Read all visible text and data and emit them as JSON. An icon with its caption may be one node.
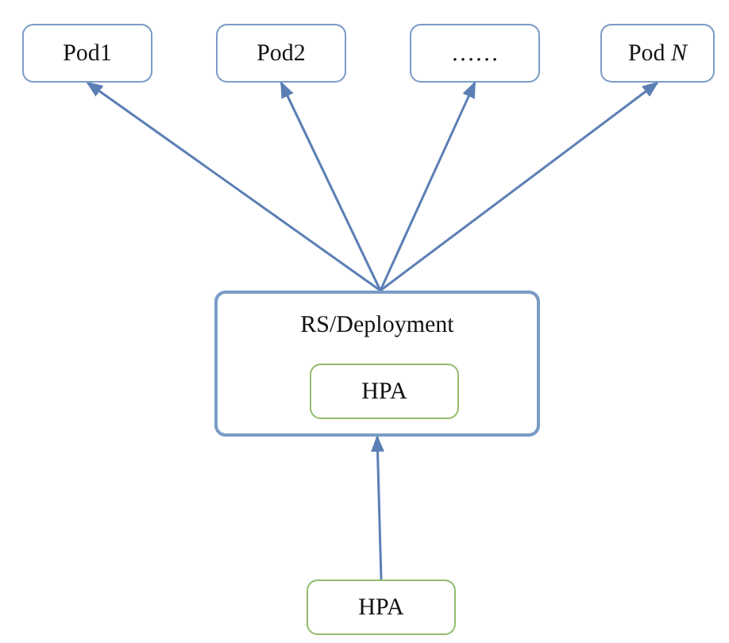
{
  "diagram": {
    "nodes": [
      {
        "text": [
          "Pod1"
        ]
      },
      {
        "text": [
          "Pod2"
        ]
      },
      {
        "text": [
          "……"
        ]
      },
      {
        "text": [
          "Pod *N*"
        ]
      },
      {
        "text": [
          "RS/Deployment"
        ]
      },
      {
        "text": [
          "HPA"
        ],
        "in": 4
      },
      {
        "text": [
          "HPA"
        ]
      }
    ],
    "edges": [
      {
        "from": 4,
        "to": 0,
        "arrow": "to"
      },
      {
        "from": 4,
        "to": 1,
        "arrow": "to"
      },
      {
        "from": 4,
        "to": 2,
        "arrow": "to"
      },
      {
        "from": 4,
        "to": 3,
        "arrow": "to"
      },
      {
        "from": 6,
        "to": 4,
        "arrow": "to"
      }
    ]
  }
}
